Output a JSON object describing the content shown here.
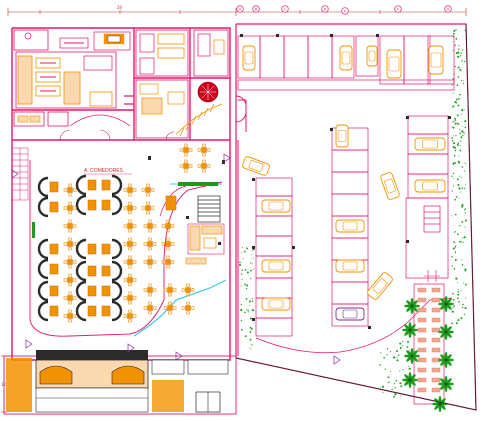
{
  "drawing": {
    "dining_hall_label": "A. COMEDORES",
    "top_dimension_label": "28",
    "left_dimension_label": "12",
    "grid_markers": [
      "A",
      "B",
      "C",
      "D",
      "E",
      "F",
      "G"
    ]
  },
  "colors": {
    "wall": "#e2186b",
    "furniture": "#f39200",
    "dark": "#2b2b2b",
    "cyan": "#3fc7e8",
    "green": "#1a9b1a",
    "purple": "#7b2d8e",
    "brick": "#e6735a"
  }
}
